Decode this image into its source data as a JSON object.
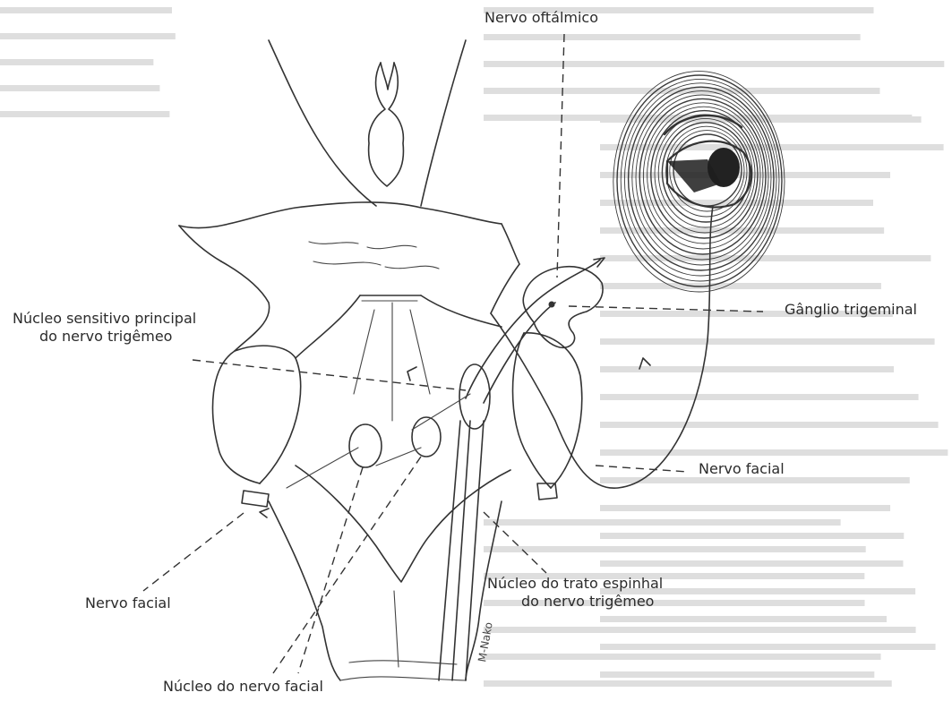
{
  "labels": {
    "ophthalmic_nerve": "Nervo oftálmico",
    "main_sensory_nucleus_line1": "Núcleo sensitivo principal",
    "main_sensory_nucleus_line2": "do nervo trigêmeo",
    "trigeminal_ganglion": "Gânglio trigeminal",
    "facial_nerve_right": "Nervo facial",
    "facial_nerve_left": "Nervo facial",
    "spinal_tract_nucleus_line1": "Núcleo do trato espinhal",
    "spinal_tract_nucleus_line2": "do nervo trigêmeo",
    "facial_nerve_nucleus": "Núcleo do nervo facial"
  },
  "signature": "M-Nako",
  "colors": {
    "ink": "#333333",
    "paper": "#ffffff",
    "faded_text": "#dedede"
  }
}
